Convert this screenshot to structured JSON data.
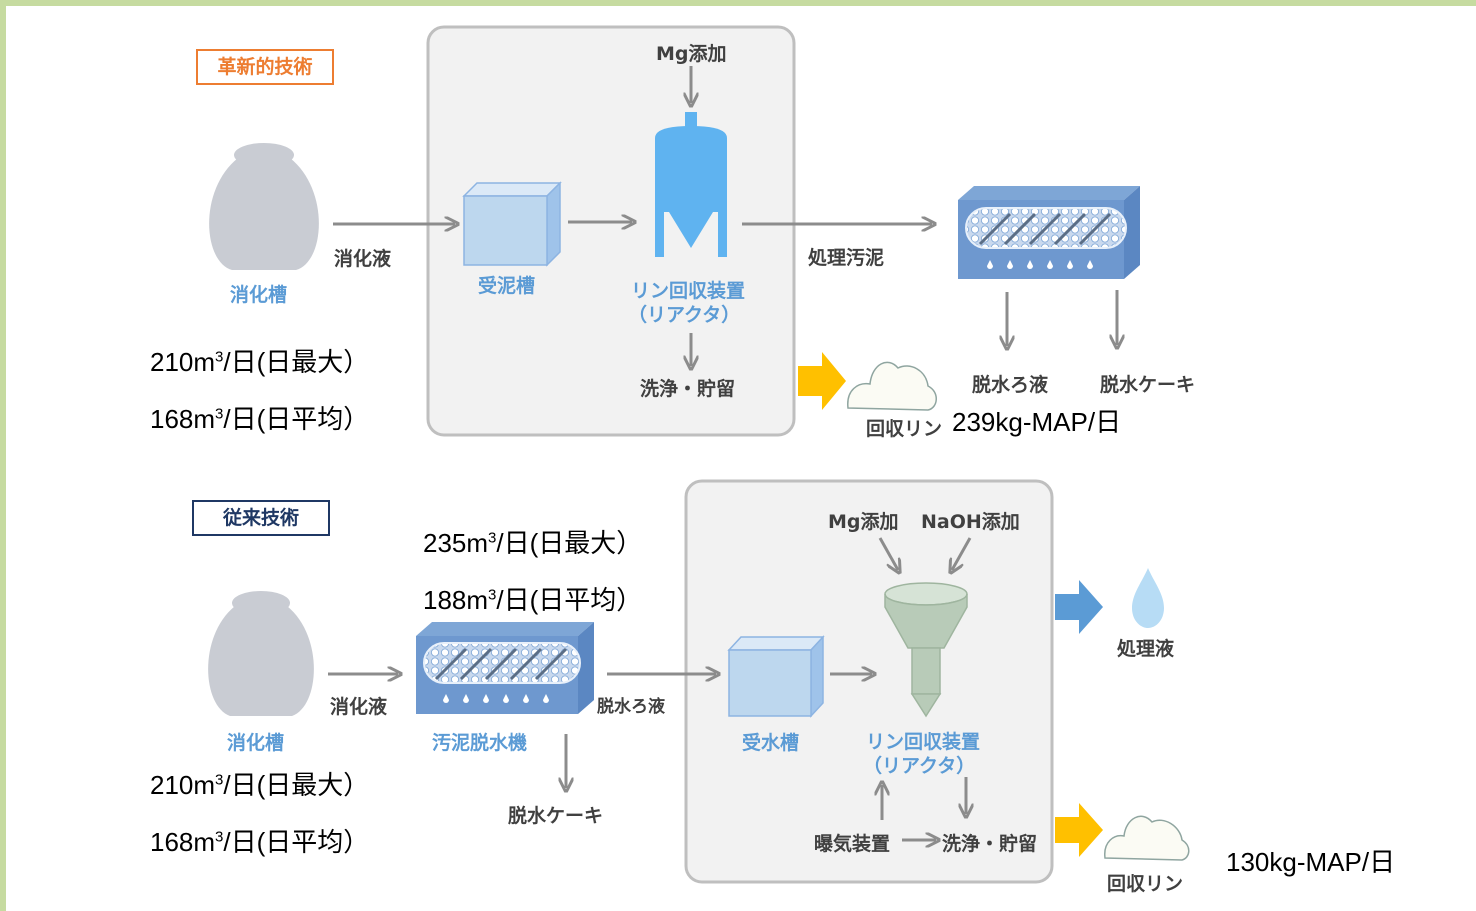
{
  "top": {
    "tag": "革新的技術",
    "digester_label": "消化槽",
    "digester_flow_label": "消化液",
    "receiving_tank_label": "受泥槽",
    "mg_add_label": "Mg添加",
    "reactor_label_1": "リン回収装置",
    "reactor_label_2": "（リアクタ）",
    "wash_store_label": "洗浄・貯留",
    "treated_sludge_label": "処理汚泥",
    "dewater_filtrate_label": "脱水ろ液",
    "dewater_cake_label": "脱水ケーキ",
    "recovered_p_label": "回収リン",
    "recovered_amount": "239kg-MAP/日",
    "flow_max_pre": "210m",
    "flow_max_sup": "3",
    "flow_max_post": "/日(日最大）",
    "flow_avg_pre": "168m",
    "flow_avg_sup": "3",
    "flow_avg_post": "/日(日平均）"
  },
  "bottom": {
    "tag": "従来技術",
    "digester_label": "消化槽",
    "digester_flow_label": "消化液",
    "dewatering_machine_label": "汚泥脱水機",
    "dewater_cake_label": "脱水ケーキ",
    "filtrate_label": "脱水ろ液",
    "receiving_tank_label": "受水槽",
    "mg_add_label": "Mg添加",
    "naoh_add_label": "NaOH添加",
    "reactor_label_1": "リン回収装置",
    "reactor_label_2": "（リアクタ）",
    "aeration_label": "曝気装置",
    "wash_store_label": "洗浄・貯留",
    "treated_liquid_label": "処理液",
    "recovered_p_label": "回収リン",
    "recovered_amount": "130kg-MAP/日",
    "flow_max_pre": "210m",
    "flow_max_sup": "3",
    "flow_max_post": "/日(日最大）",
    "flow_avg_pre": "168m",
    "flow_avg_sup": "3",
    "flow_avg_post": "/日(日平均）",
    "filtrate_max_pre": "235m",
    "filtrate_max_sup": "3",
    "filtrate_max_post": "/日(日最大）",
    "filtrate_avg_pre": "188m",
    "filtrate_avg_sup": "3",
    "filtrate_avg_post": "/日(日平均）"
  },
  "colors": {
    "frame": "#c6dba0",
    "innovative_tag": "#ed7d31",
    "conventional_tag": "#1f3864",
    "label_blue": "#5b9bd5",
    "arrow_gray": "#8c8c8c",
    "yellow_arrow": "#ffc000",
    "blue_arrow": "#5b9bd5"
  }
}
